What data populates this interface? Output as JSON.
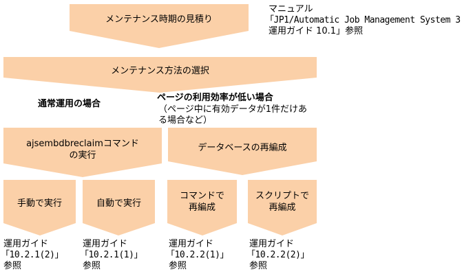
{
  "colors": {
    "shape_fill": "#fbd0a8",
    "text": "#000000",
    "background": "#ffffff"
  },
  "diagram": {
    "step1": {
      "label": "メンテナンス時期の見積り"
    },
    "reference_top": {
      "lines": [
        "マニュアル",
        "「JP1/Automatic Job Management System 3",
        "運用ガイド 10.1」参照"
      ]
    },
    "step2": {
      "label": "メンテナンス方法の選択"
    },
    "branch_normal": {
      "heading": "通常運用の場合"
    },
    "branch_low": {
      "heading": "ページの利用効率が低い場合",
      "note_lines": [
        "（ページ中に有効データが1件だけあ",
        "る場合など）"
      ]
    },
    "cmd_box": {
      "lines": [
        "ajsembdbreclaimコマンド",
        "の実行"
      ]
    },
    "reorg_box": {
      "label": "データベースの再編成"
    },
    "leaves": [
      {
        "lines": [
          "手動で実行"
        ],
        "ref": [
          "運用ガイド",
          "「10.2.1(2)」",
          "参照"
        ]
      },
      {
        "lines": [
          "自動で実行"
        ],
        "ref": [
          "運用ガイド",
          "「10.2.1(1)」",
          "参照"
        ]
      },
      {
        "lines": [
          "コマンドで",
          "再編成"
        ],
        "ref": [
          "運用ガイド",
          "「10.2.2(1)」",
          "参照"
        ]
      },
      {
        "lines": [
          "スクリプトで",
          "再編成"
        ],
        "ref": [
          "運用ガイド",
          "「10.2.2(2)」",
          "参照"
        ]
      }
    ]
  }
}
